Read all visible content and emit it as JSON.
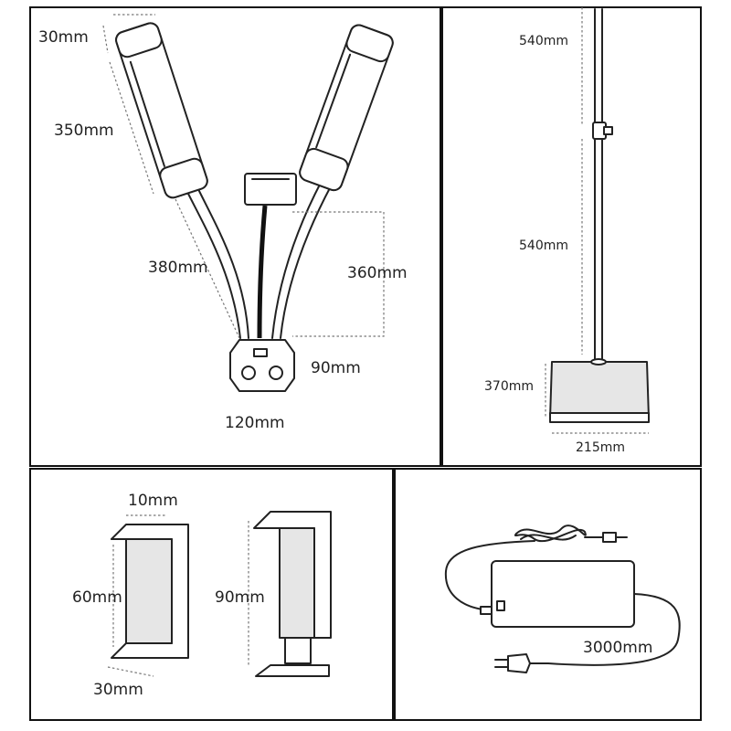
{
  "panels": {
    "light_head": {
      "width_label": "30mm",
      "length_label": "350mm",
      "arm_label": "380mm",
      "height_label": "360mm",
      "controller_height_label": "90mm",
      "controller_width_label": "120mm"
    },
    "stand": {
      "upper_pole_label": "540mm",
      "lower_pole_label": "540mm",
      "base_height_label": "370mm",
      "base_width_label": "215mm"
    },
    "phone_clamp": {
      "depth_label": "10mm",
      "closed_height_label": "60mm",
      "open_height_label": "90mm",
      "bottom_label": "30mm"
    },
    "power_adapter": {
      "cable_length_label": "3000mm"
    }
  }
}
